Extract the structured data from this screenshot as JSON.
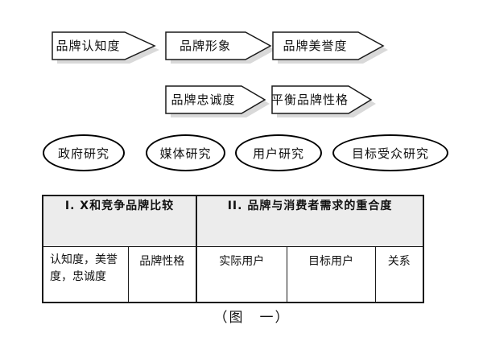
{
  "figure": {
    "caption": "（图　一）"
  },
  "flow": {
    "row1": [
      {
        "label": "品牌认知度"
      },
      {
        "label": "品牌形象"
      },
      {
        "label": "品牌美誉度"
      }
    ],
    "row2": [
      {
        "label": "品牌忠诚度"
      },
      {
        "label": "平衡品牌性格"
      }
    ]
  },
  "research": {
    "items": [
      {
        "label": "政府研究"
      },
      {
        "label": "媒体研究"
      },
      {
        "label": "用户研究"
      },
      {
        "label": "目标受众研究"
      }
    ]
  },
  "table": {
    "header1": "I. X和竞争品牌比较",
    "header2": "II. 品牌与消费者需求的重合度",
    "cells": [
      "认知度，美誉度，忠诚度",
      "品牌性格",
      "实际用户",
      "目标用户",
      "关系"
    ]
  },
  "colors": {
    "line": "#1a1a1a",
    "arrow_shadow": "#d9d9d9",
    "table_header_bg": "#ececec",
    "background": "#ffffff"
  }
}
